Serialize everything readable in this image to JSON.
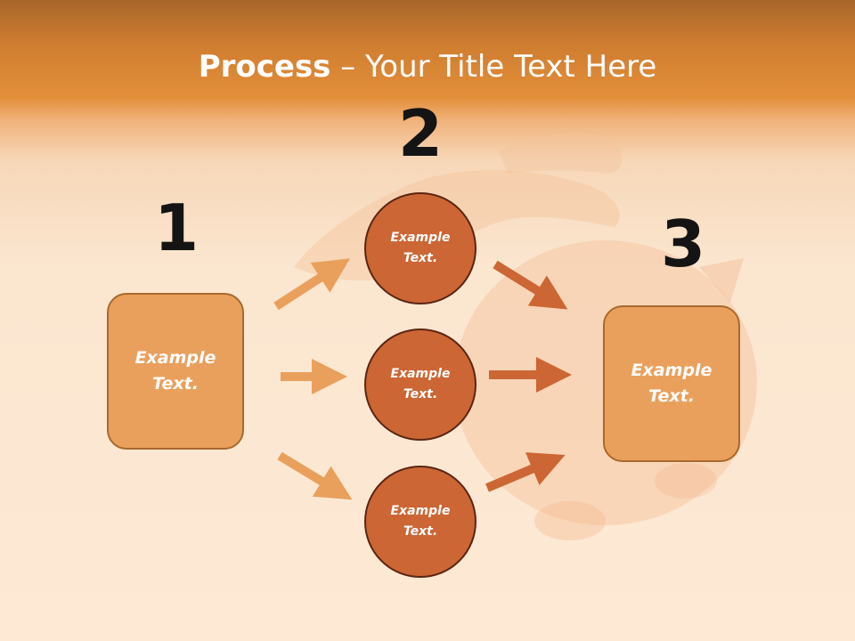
{
  "title": {
    "bold": "Process",
    "rest": " – Your Title Text Here"
  },
  "steps": {
    "one": {
      "number": "1",
      "text": "Example Text."
    },
    "two": {
      "number": "2",
      "items": [
        {
          "text": "Example Text."
        },
        {
          "text": "Example Text."
        },
        {
          "text": "Example Text."
        }
      ]
    },
    "three": {
      "number": "3",
      "text": "Example Text."
    }
  },
  "colors": {
    "header": "#e38f3a",
    "box_fill": "#e9a05c",
    "circle_fill": "#cc6634",
    "arrow_light": "#e9a05c",
    "arrow_dark": "#cc6634"
  }
}
